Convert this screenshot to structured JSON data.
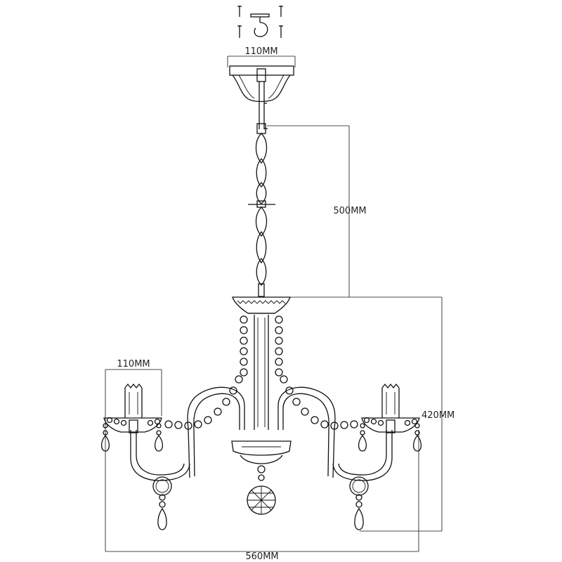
{
  "dimensions": {
    "canopy_width": "110MM",
    "chain_length": "500MM",
    "cup_width": "110MM",
    "total_height": "420MM",
    "total_width": "560MM"
  }
}
